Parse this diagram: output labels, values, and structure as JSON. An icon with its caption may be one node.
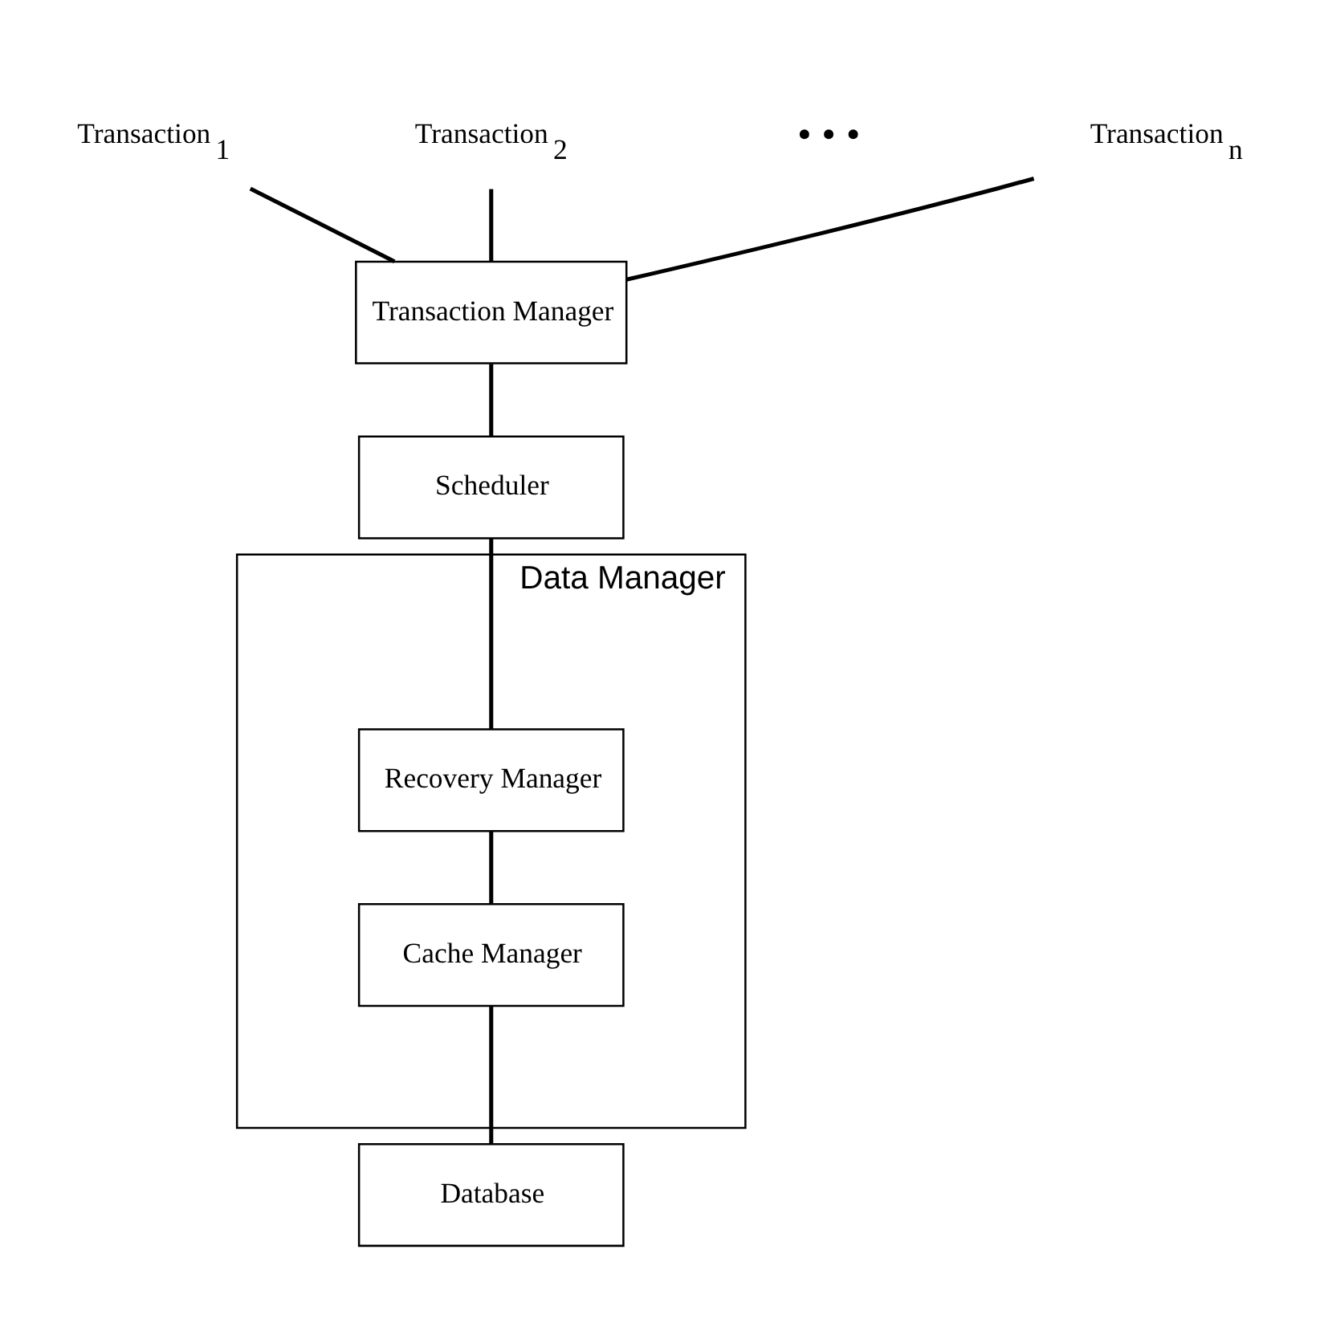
{
  "diagram": {
    "nodes": [
      {
        "text": [
          "Transaction $_{1}$"
        ]
      },
      {
        "text": [
          "Transaction $_{2}$"
        ]
      },
      {
        "text": [
          "Transaction $_{n}$"
        ]
      },
      {
        "text": [
          "Transaction Manager"
        ]
      },
      {
        "text": [
          "Scheduler"
        ]
      },
      {
        "text": [
          "Data Manager"
        ]
      },
      {
        "text": [
          "Recovery Manager"
        ],
        "in": 5
      },
      {
        "text": [
          "Cache Manager"
        ],
        "in": 5
      },
      {
        "text": [
          "Database"
        ]
      }
    ],
    "edges": [
      {
        "from": 0,
        "to": 3,
        "arrow": "none"
      },
      {
        "from": 1,
        "to": 3,
        "arrow": "none"
      },
      {
        "from": 2,
        "to": 3,
        "arrow": "none"
      },
      {
        "from": 3,
        "to": 4,
        "arrow": "none"
      },
      {
        "from": 4,
        "to": 6,
        "arrow": "none"
      },
      {
        "from": 6,
        "to": 7,
        "arrow": "none"
      },
      {
        "from": 7,
        "to": 8,
        "arrow": "none"
      }
    ],
    "labels": [
      "• • •"
    ]
  }
}
